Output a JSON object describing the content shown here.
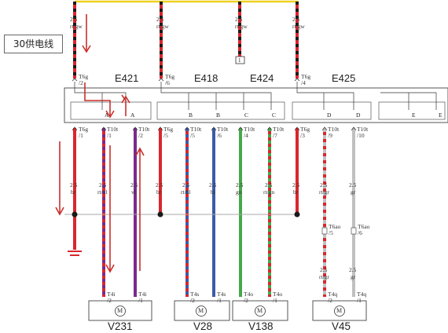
{
  "title": "30供电线",
  "modules": {
    "e421": "E421",
    "e418": "E418",
    "e424": "E424",
    "e425": "E425"
  },
  "motors": {
    "v231": "V231",
    "v28": "V28",
    "v138": "V138",
    "v45": "V45"
  },
  "top_wires": [
    {
      "gauge": "2.5",
      "color": "rt/gw",
      "connector": "T6g",
      "pin": "/2"
    },
    {
      "gauge": "2.5",
      "color": "rt/gw",
      "connector": "T6g",
      "pin": "/6"
    },
    {
      "gauge": "2.5",
      "color": "rt/gw",
      "fuse": "1"
    },
    {
      "gauge": "2.5",
      "color": "rt/gw",
      "connector": "T6g",
      "pin": "/4"
    }
  ],
  "bottom_pins": [
    {
      "connector": "T6g",
      "pin": "/1",
      "gauge": "2.5",
      "color": "br"
    },
    {
      "connector": "T10t",
      "pin": "/1",
      "gauge": "2.5",
      "color": "rt/vl"
    },
    {
      "connector": "T10t",
      "pin": "/2",
      "gauge": "2.5",
      "color": "vl"
    },
    {
      "connector": "T6g",
      "pin": "/5",
      "gauge": "2.5",
      "color": "br"
    },
    {
      "connector": "T10t",
      "pin": "/5",
      "gauge": "2.5",
      "color": "rt/bl"
    },
    {
      "connector": "T10t",
      "pin": "/6",
      "gauge": "2.5",
      "color": "bl"
    },
    {
      "connector": "T10t",
      "pin": "/4",
      "gauge": "2.5",
      "color": "gn"
    },
    {
      "connector": "T10t",
      "pin": "/7",
      "gauge": "2.5",
      "color": "rt/gn"
    },
    {
      "connector": "T6g",
      "pin": "/3",
      "gauge": "2.5",
      "color": "br"
    },
    {
      "connector": "T10t",
      "pin": "/9",
      "gauge": "2.5",
      "color": "rt/gr"
    },
    {
      "connector": "T10t",
      "pin": "/10",
      "gauge": "2.5",
      "color": "gr"
    }
  ],
  "switch_letters": [
    "A",
    "A",
    "B",
    "B",
    "C",
    "C",
    "D",
    "D",
    "E",
    "E"
  ],
  "t6ao": [
    {
      "connector": "T6ao",
      "pin": "/5",
      "gauge": "2.5",
      "color": "rt/gr"
    },
    {
      "connector": "T6ao",
      "pin": "/6",
      "gauge": "2.5",
      "color": "gr"
    }
  ],
  "motor_pins": [
    {
      "connector": "T4i",
      "pin": "/2"
    },
    {
      "connector": "T4i",
      "pin": "/1"
    },
    {
      "connector": "T4s",
      "pin": "/2"
    },
    {
      "connector": "T4s",
      "pin": "/1"
    },
    {
      "connector": "T4o",
      "pin": "/2"
    },
    {
      "connector": "T4o",
      "pin": "/1"
    },
    {
      "connector": "T4q",
      "pin": "/2"
    },
    {
      "connector": "T4q",
      "pin": "/1"
    }
  ],
  "motor_symbol": "M",
  "colors": {
    "red": "#d8272d",
    "black": "#1a1a1a",
    "violet": "#7a2a8c",
    "blue": "#3c5aa8",
    "green": "#46a84a",
    "grey": "#c0c0c0",
    "yellow": "#f0d020",
    "arrow": "#c9302c"
  }
}
